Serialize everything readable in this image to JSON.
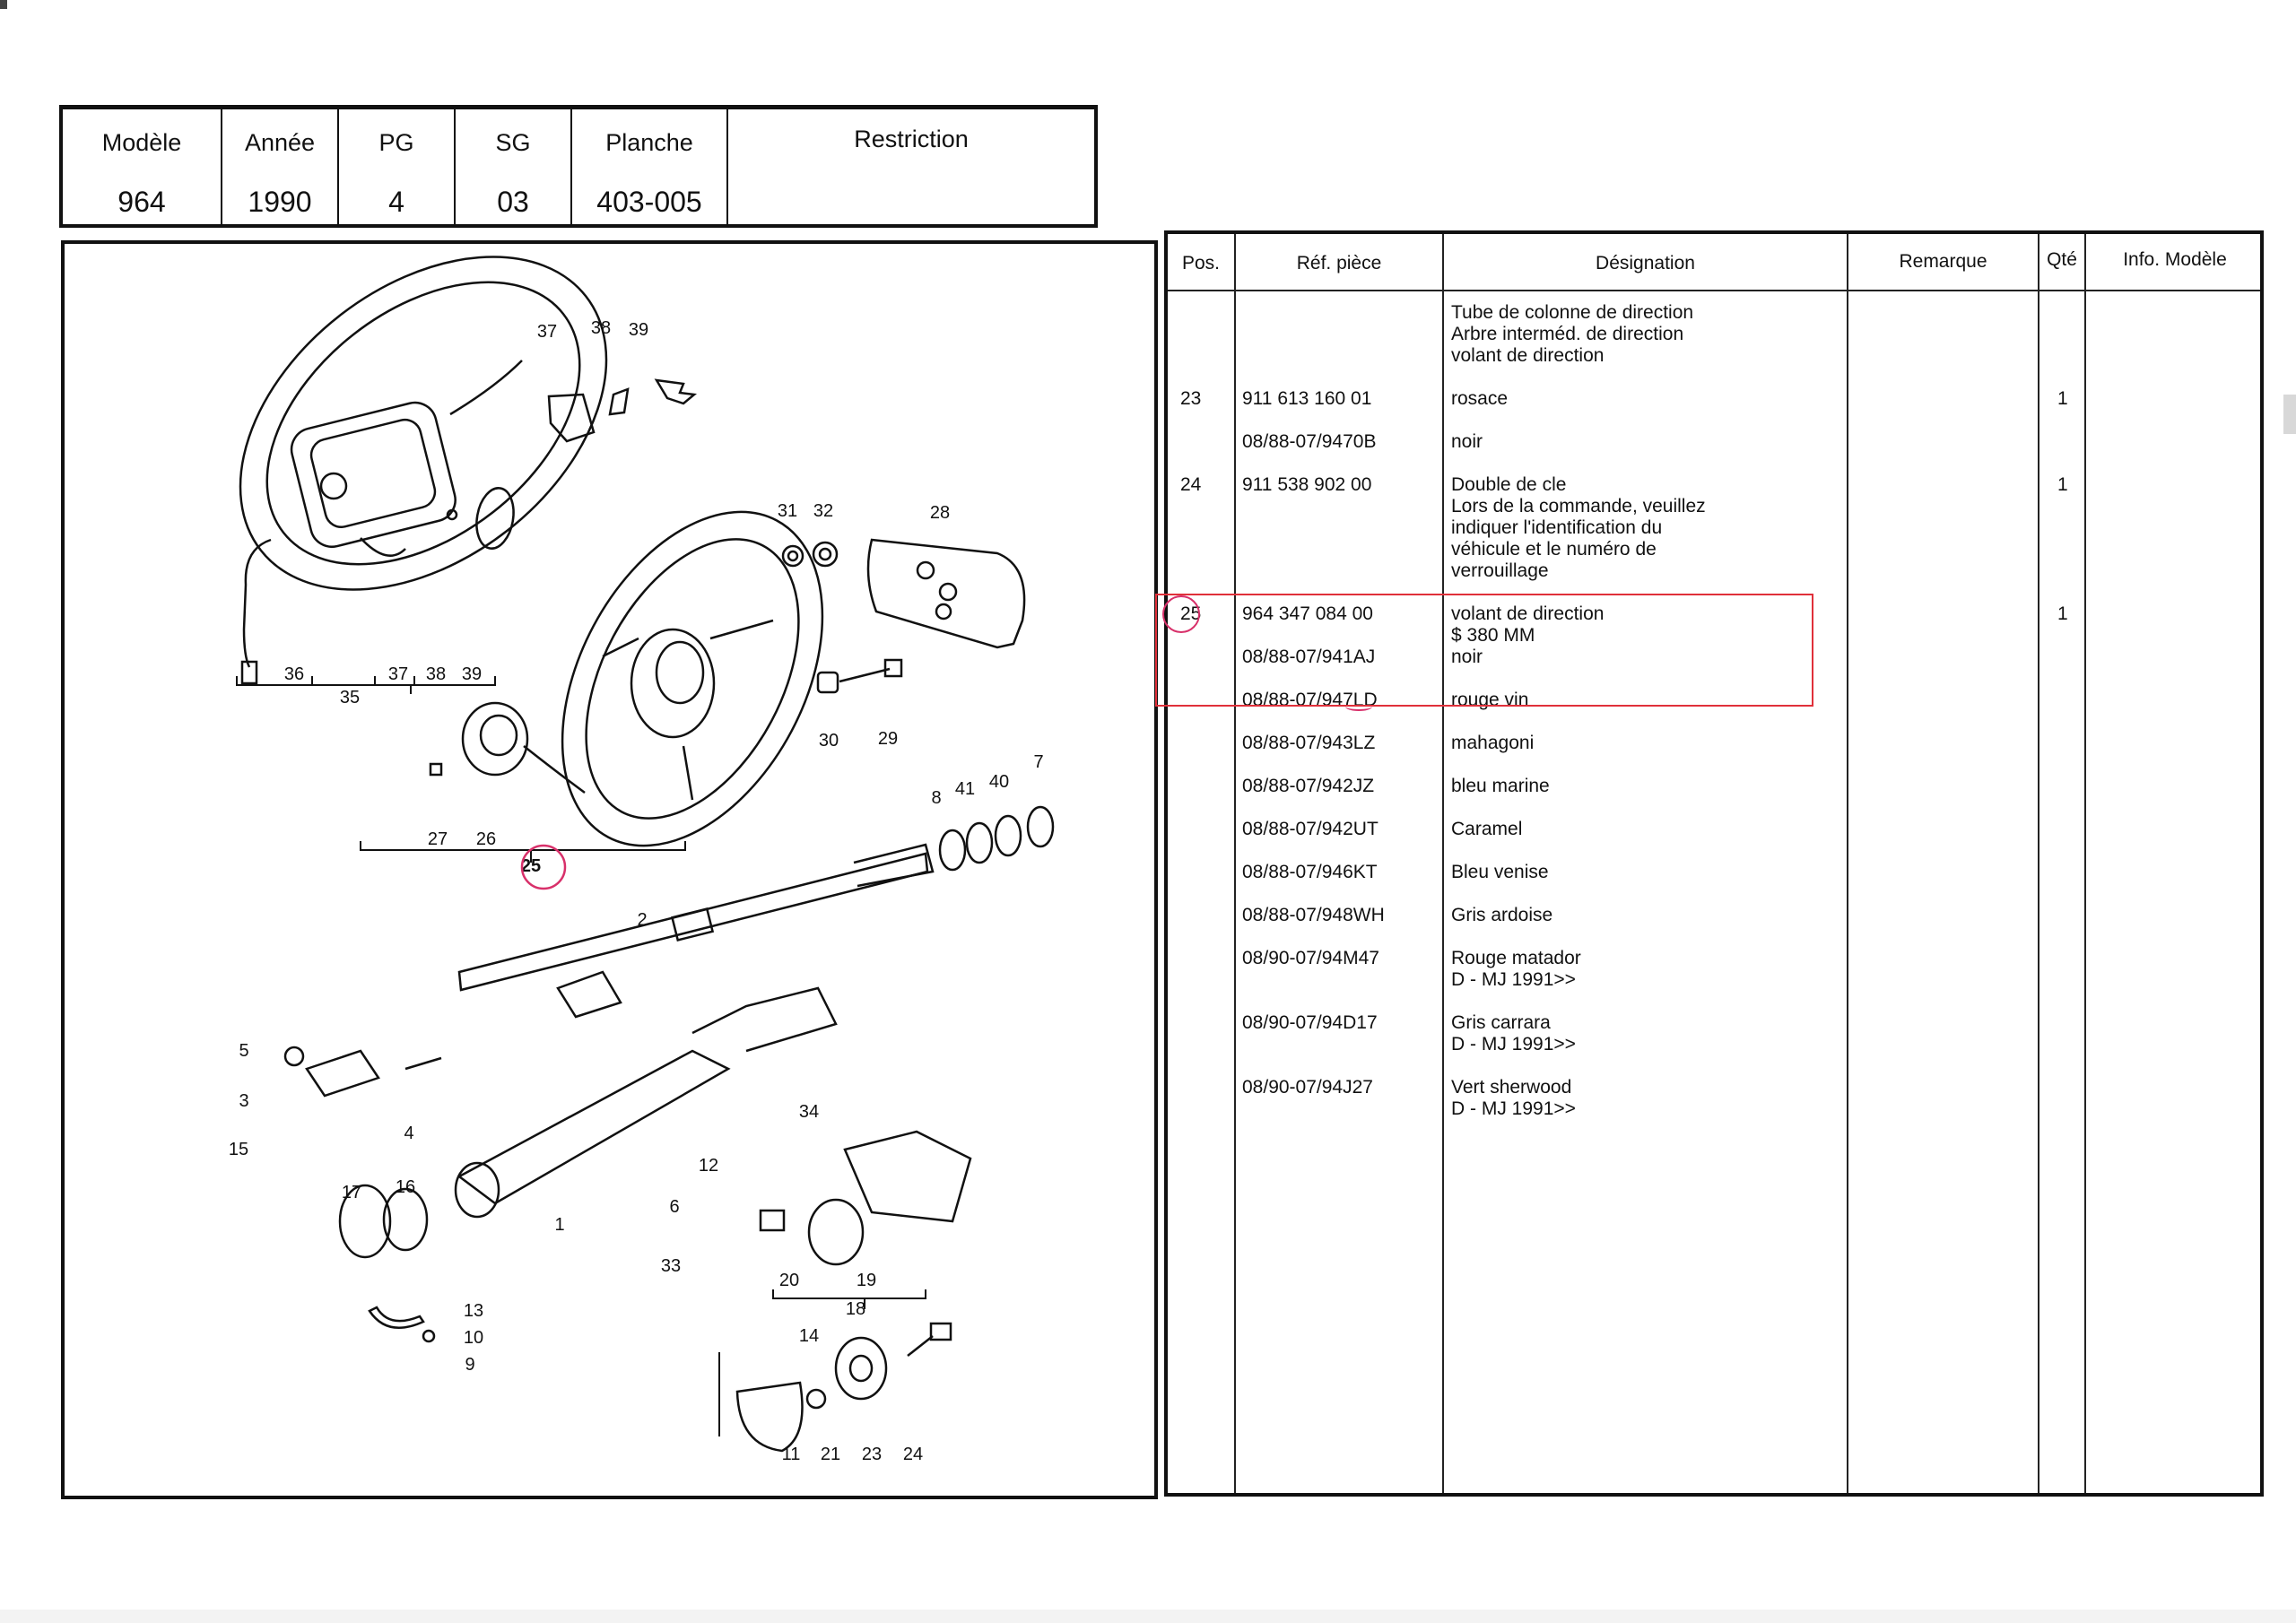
{
  "header": {
    "columns": [
      {
        "label": "Modèle",
        "value": "964"
      },
      {
        "label": "Année",
        "value": "1990"
      },
      {
        "label": "PG",
        "value": "4"
      },
      {
        "label": "SG",
        "value": "03"
      },
      {
        "label": "Planche",
        "value": "403-005"
      },
      {
        "label": "Restriction",
        "value": ""
      }
    ]
  },
  "table": {
    "headers": {
      "pos": "Pos.",
      "ref": "Réf. pièce",
      "designation": "Désignation",
      "remark": "Remarque",
      "qty": "Qté",
      "model_info": "Info. Modèle"
    },
    "rows": [
      {
        "pos": "",
        "ref": "",
        "designation": "Tube de colonne de direction\nArbre interméd. de direction\nvolant de direction",
        "qty": ""
      },
      {
        "pos": "23",
        "ref": "911 613 160 01",
        "designation": "rosace",
        "qty": "1"
      },
      {
        "pos": "",
        "ref": "08/88-07/9470B",
        "designation": "noir",
        "qty": ""
      },
      {
        "pos": "24",
        "ref": "911 538 902 00",
        "designation": "Double de cle\nLors de la commande, veuillez\nindiquer l'identification du\nvéhicule et le numéro de\nverrouillage",
        "qty": "1"
      },
      {
        "pos": "25",
        "ref": "964 347 084 00",
        "designation": "volant de direction\n$ 380 MM",
        "qty": "1"
      },
      {
        "pos": "",
        "ref": "08/88-07/941AJ",
        "designation": "noir",
        "qty": ""
      },
      {
        "pos": "",
        "ref": "08/88-07/947LD",
        "designation": "rouge vin",
        "qty": ""
      },
      {
        "pos": "",
        "ref": "08/88-07/943LZ",
        "designation": "mahagoni",
        "qty": ""
      },
      {
        "pos": "",
        "ref": "08/88-07/942JZ",
        "designation": "bleu marine",
        "qty": ""
      },
      {
        "pos": "",
        "ref": "08/88-07/942UT",
        "designation": "Caramel",
        "qty": ""
      },
      {
        "pos": "",
        "ref": "08/88-07/946KT",
        "designation": "Bleu venise",
        "qty": ""
      },
      {
        "pos": "",
        "ref": "08/88-07/948WH",
        "designation": "Gris ardoise",
        "qty": ""
      },
      {
        "pos": "",
        "ref": "08/90-07/94M47",
        "designation": "Rouge matador\nD -    MJ 1991>>",
        "qty": ""
      },
      {
        "pos": "",
        "ref": "08/90-07/94D17",
        "designation": "Gris carrara\nD -    MJ 1991>>",
        "qty": ""
      },
      {
        "pos": "",
        "ref": "08/90-07/94J27",
        "designation": "Vert sherwood\nD -    MJ 1991>>",
        "qty": ""
      }
    ]
  },
  "diagram": {
    "callouts": [
      "37",
      "38",
      "39",
      "36",
      "37",
      "38",
      "39",
      "35",
      "31",
      "32",
      "28",
      "30",
      "29",
      "27",
      "26",
      "25",
      "2",
      "8",
      "41",
      "40",
      "7",
      "5",
      "3",
      "4",
      "15",
      "34",
      "12",
      "6",
      "17",
      "16",
      "1",
      "33",
      "20",
      "19",
      "18",
      "13",
      "10",
      "9",
      "14",
      "11",
      "21",
      "23",
      "24"
    ]
  },
  "colors": {
    "highlight": "#e0303a",
    "annotation": "#d8306a",
    "ink": "#111111"
  }
}
